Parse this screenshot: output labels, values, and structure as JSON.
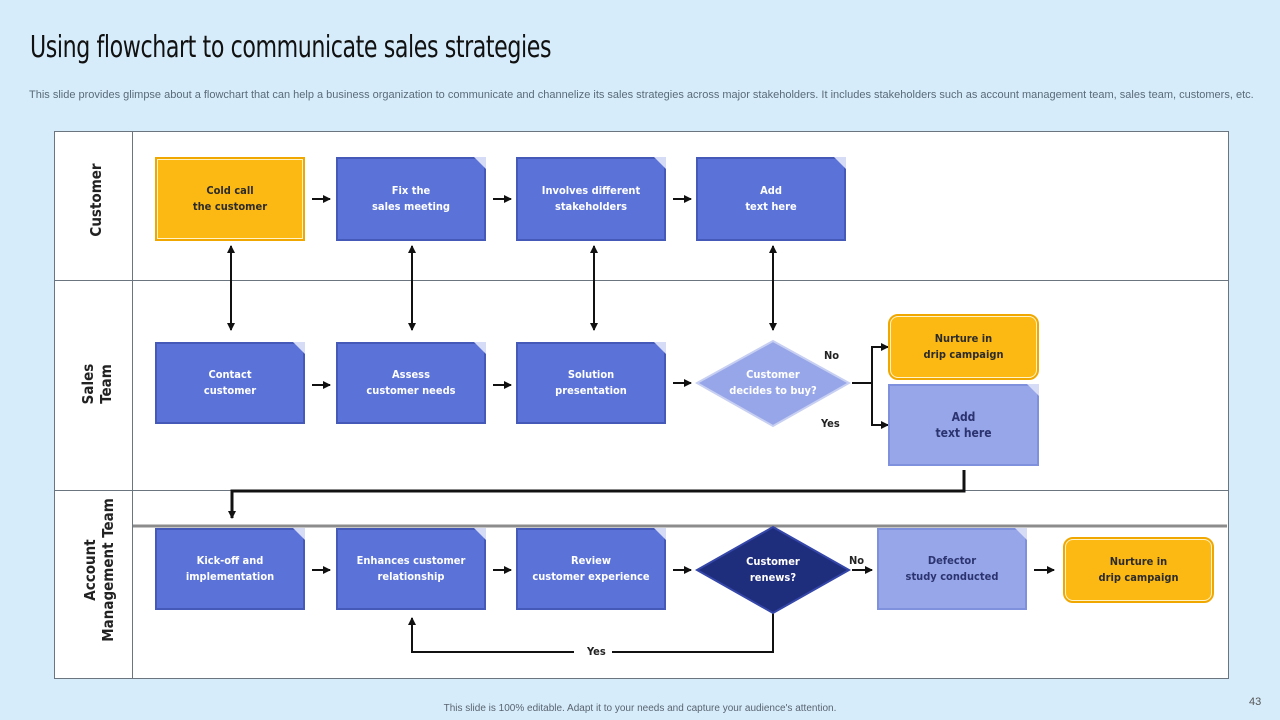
{
  "title": "Using flowchart to communicate sales strategies",
  "subtitle": "This slide provides glimpse about a flowchart that can help a business organization to communicate and channelize its sales strategies across major stakeholders. It includes stakeholders such as account management team, sales team, customers, etc.",
  "lanes": {
    "customer": "Customer",
    "sales": "Sales\nTeam",
    "account": "Account\nManagement Team"
  },
  "customer_row": {
    "cold_call": "Cold call\nthe customer",
    "fix_meeting": "Fix the\nsales meeting",
    "stakeholders": "Involves different\nstakeholders",
    "add_text": "Add\ntext here"
  },
  "sales_row": {
    "contact": "Contact\ncustomer",
    "assess": "Assess\ncustomer needs",
    "solution": "Solution\npresentation",
    "decision": "Customer\ndecides to buy?",
    "no_label": "No",
    "yes_label": "Yes",
    "nurture": "Nurture in\ndrip campaign",
    "add_text": "Add\ntext here"
  },
  "account_row": {
    "kickoff": "Kick-off and\nimplementation",
    "enhance": "Enhances customer\nrelationship",
    "review": "Review\ncustomer experience",
    "renews": "Customer\nrenews?",
    "no_label": "No",
    "yes_label": "Yes",
    "defector": "Defector\nstudy conducted",
    "nurture": "Nurture in\ndrip campaign"
  },
  "footer": "This slide is 100% editable.  Adapt it to your needs and capture your audience's attention.",
  "page_number": "43",
  "colors": {
    "background": "#d6ecfa",
    "blue_box": "#5b72d8",
    "light_box": "#97a6e8",
    "yellow_box": "#fdb913",
    "dark_diamond": "#1f2d7d"
  }
}
